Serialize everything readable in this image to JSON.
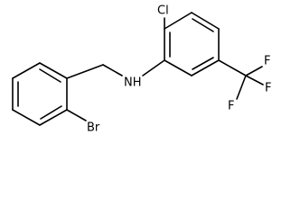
{
  "molecule": {
    "atoms": {
      "cl": "Cl",
      "nh": "NH",
      "br": "Br",
      "f_top": "F",
      "f_right": "F",
      "f_bottom": "F"
    }
  }
}
